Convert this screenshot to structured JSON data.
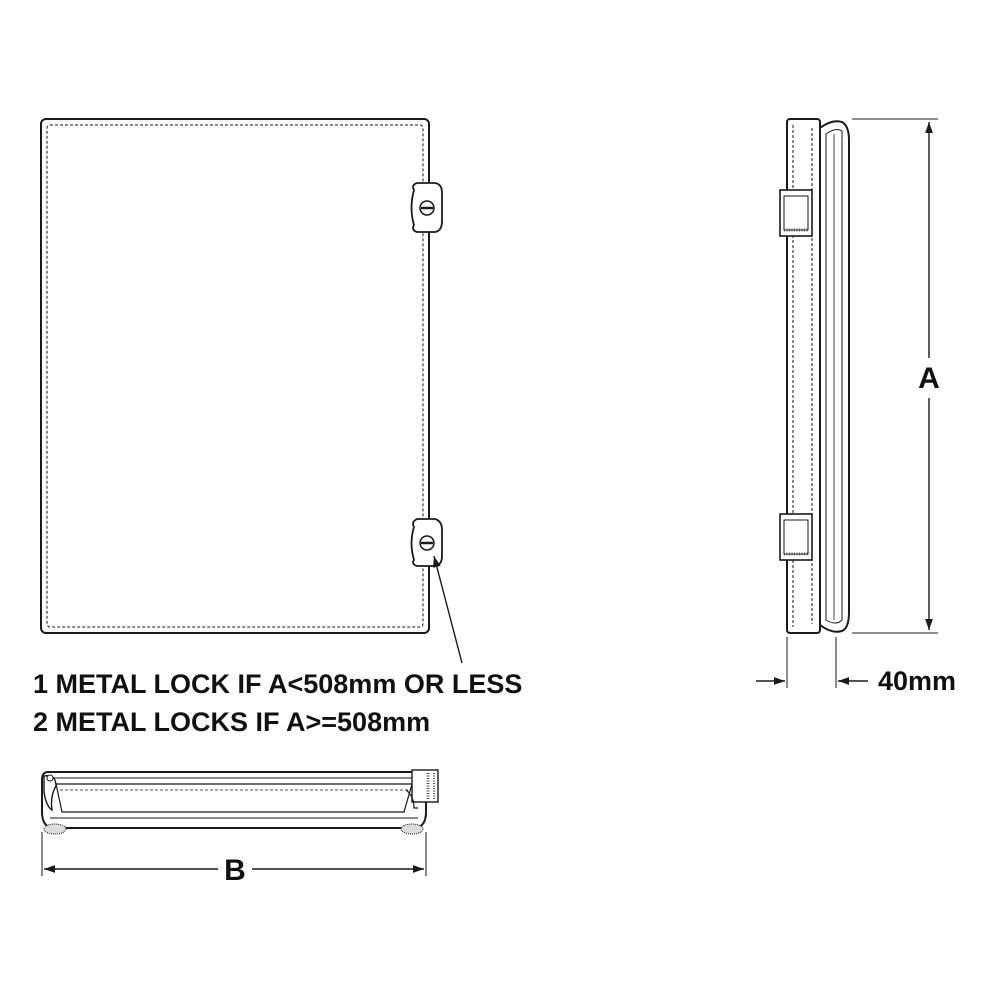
{
  "front_view": {
    "note_line_1": "1 METAL LOCK IF A<508mm OR LESS",
    "note_line_2": "2 METAL LOCKS IF A>=508mm"
  },
  "side_view": {
    "height_label": "A",
    "depth_label": "40mm"
  },
  "bottom_view": {
    "width_label": "B"
  },
  "colors": {
    "line": "#1a1a1a",
    "fill": "#ffffff",
    "hatch": "#555555"
  }
}
